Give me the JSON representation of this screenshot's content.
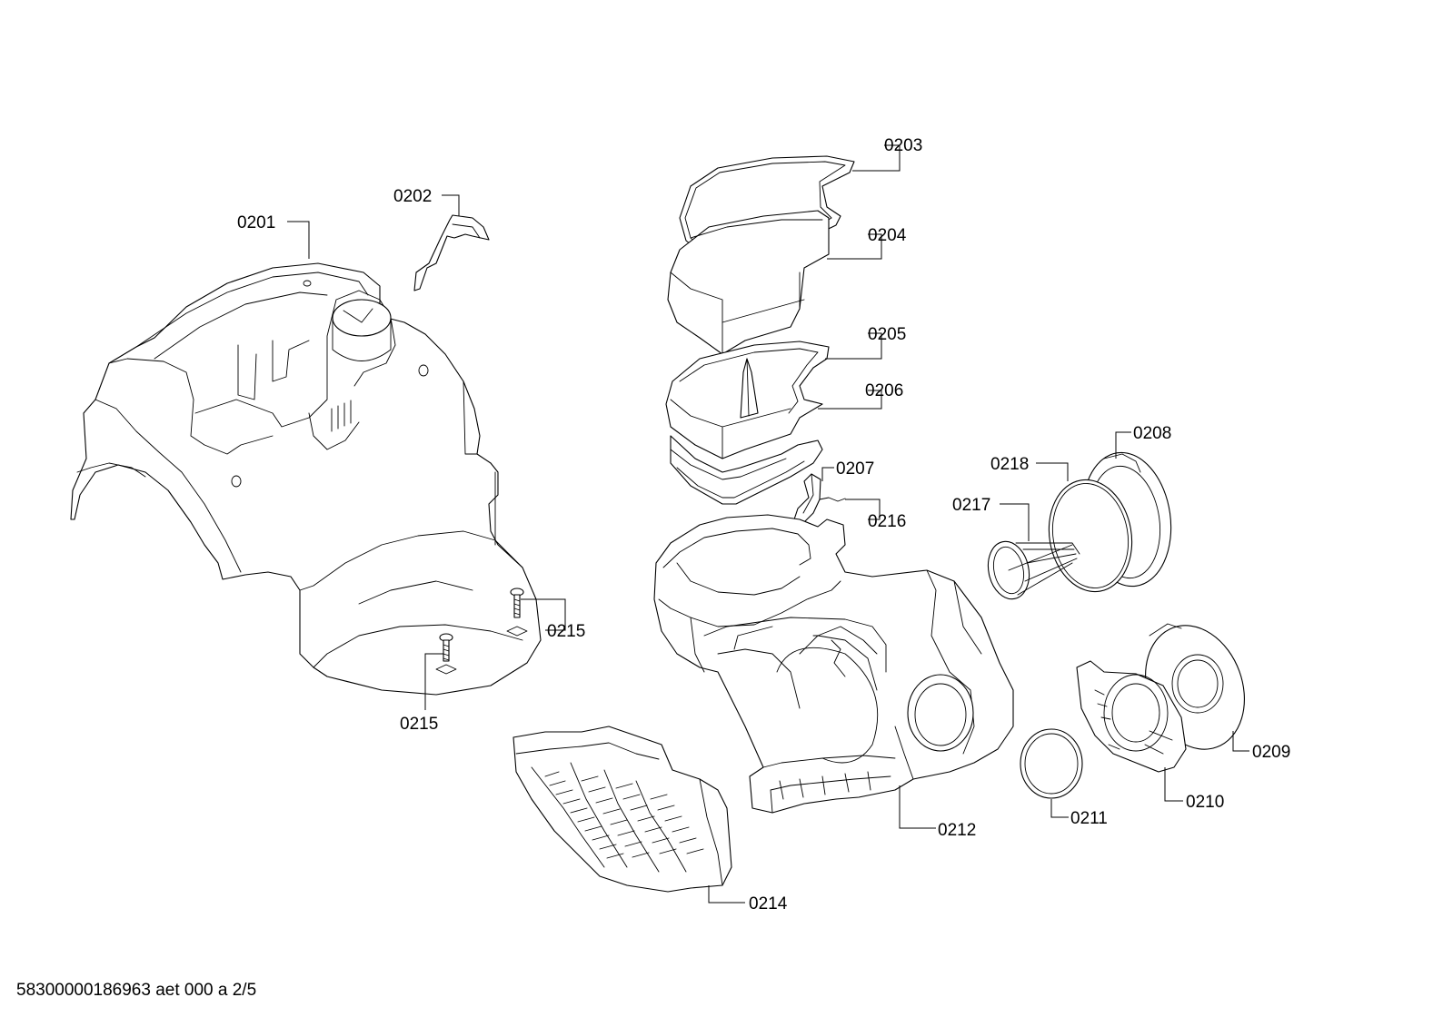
{
  "callouts": {
    "p0201": "0201",
    "p0202": "0202",
    "p0203": "0203",
    "p0204": "0204",
    "p0205": "0205",
    "p0206": "0206",
    "p0207": "0207",
    "p0208": "0208",
    "p0209": "0209",
    "p0210": "0210",
    "p0211": "0211",
    "p0212": "0212",
    "p0214": "0214",
    "p0215a": "0215",
    "p0215b": "0215",
    "p0216": "0216",
    "p0217": "0217",
    "p0218": "0218"
  },
  "footer": {
    "document_id": "58300000186963 aet 000 a 2/5"
  }
}
